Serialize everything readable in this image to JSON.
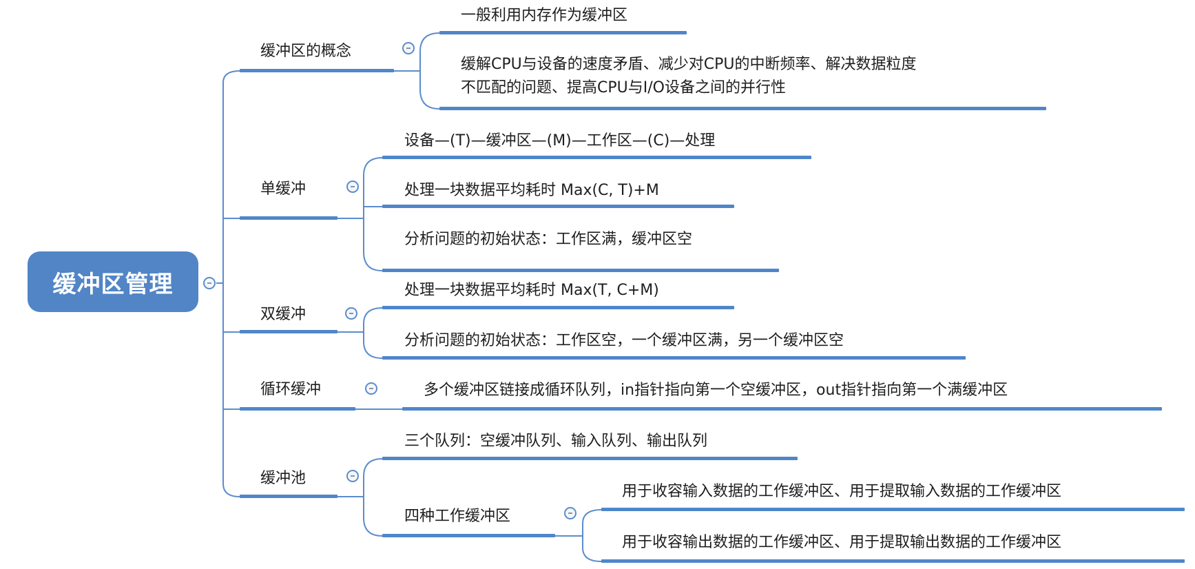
{
  "root": {
    "label": "缓冲区管理"
  },
  "branches": {
    "concept": {
      "label": "缓冲区的概念",
      "items": [
        "一般利用内存作为缓冲区",
        "缓解CPU与设备的速度矛盾、减少对CPU的中断频率、解决数据粒度",
        "不匹配的问题、提高CPU与I/O设备之间的并行性"
      ]
    },
    "single": {
      "label": "单缓冲",
      "items": [
        "设备—(T)—缓冲区—(M)—工作区—(C)—处理",
        "处理一块数据平均耗时 Max(C, T)+M",
        "分析问题的初始状态：工作区满，缓冲区空"
      ]
    },
    "double": {
      "label": "双缓冲",
      "items": [
        "处理一块数据平均耗时 Max(T, C+M)",
        "分析问题的初始状态：工作区空，一个缓冲区满，另一个缓冲区空"
      ]
    },
    "circular": {
      "label": "循环缓冲",
      "items": [
        "多个缓冲区链接成循环队列，in指针指向第一个空缓冲区，out指针指向第一个满缓冲区"
      ]
    },
    "pool": {
      "label": "缓冲池",
      "items": [
        "三个队列：空缓冲队列、输入队列、输出队列",
        "四种工作缓冲区"
      ],
      "sub": [
        "用于收容输入数据的工作缓冲区、用于提取输入数据的工作缓冲区",
        "用于收容输出数据的工作缓冲区、用于提取输出数据的工作缓冲区"
      ]
    }
  },
  "colors": {
    "accent": "#5185c6",
    "line": "#4f86c9"
  }
}
